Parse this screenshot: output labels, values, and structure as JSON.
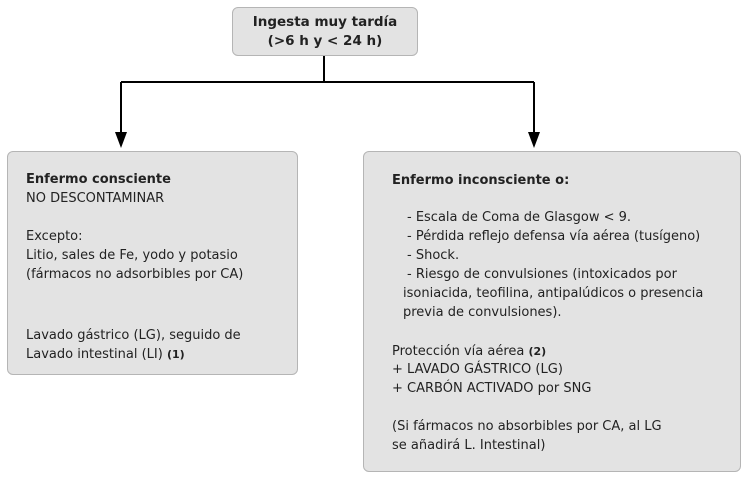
{
  "top": {
    "line1": "Ingesta muy tardía",
    "line2": "(>6 h y < 24 h)"
  },
  "left": {
    "title": "Enfermo consciente",
    "line1": "NO DESCONTAMINAR",
    "except": "Excepto:",
    "ex1": "Litio, sales de Fe, yodo y potasio",
    "ex2": "(fármacos no adsorbibles por CA)",
    "res1": "Lavado gástrico (LG), seguido de",
    "res2": "Lavado intestinal (LI)",
    "note": "(1)"
  },
  "right": {
    "title": "Enfermo inconsciente o:",
    "items": [
      "- Escala de Coma de Glasgow < 9.",
      "- Pérdida reflejo defensa vía aérea (tusígeno)",
      "- Shock.",
      "- Riesgo de convulsiones (intoxicados por",
      "isoniacida, teofilina, antipalúdicos o presencia",
      "previa de  convulsiones)."
    ],
    "prot": "Protección vía aérea",
    "prot_note": "(2)",
    "lg": "+ LAVADO GÁSTRICO (LG)",
    "ca": "+ CARBÓN ACTIVADO por SNG",
    "n1": "(Si fármacos no absorbibles por CA, al LG",
    "n2": "se añadirá L. Intestinal)"
  }
}
